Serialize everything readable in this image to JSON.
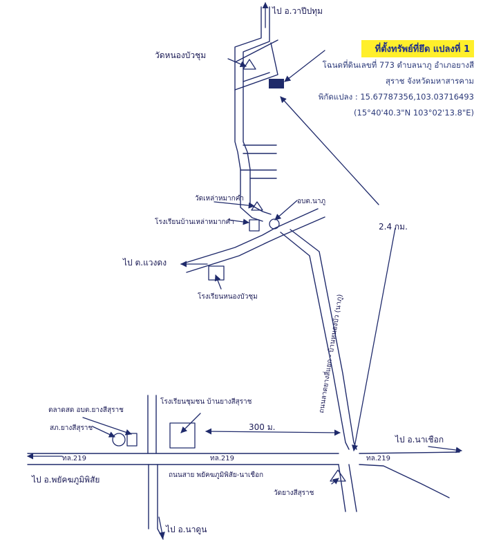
{
  "info": {
    "title": "ที่ตั้งทรัพย์ที่ยึด แปลงที่ 1",
    "deed": "โฉนดที่ดินเลขที่ 773 ตำบลนาภู อำเภอยางสี",
    "province": "สุราช จังหวัดมหาสารคาม",
    "coords": "พิกัดแปลง : 15.67787356,103.03716493",
    "dms": "(15°40'40.3\"N 103°02'13.8\"E)"
  },
  "labels": {
    "north_dest": "ไป อ.วาปีปทุม",
    "temple_north": "วัดหนองบัวชุม",
    "temple_mid": "วัดเหล่าหมากคำ",
    "school_mid": "โรงเรียนบ้านเหล่าหมากคำ",
    "sao": "อบต.นาภู",
    "west_dest": "ไป ต.แวงดง",
    "school_west": "โรงเรียนหนองบัวชุม",
    "distance_long": "2.4 กม.",
    "side_road": "ถนนลาดยางสี่แยก - บ้านหนองบัว (นาภู)",
    "school_south": "โรงเรียนชุมชน บ้านยางสีสุราช",
    "distance_short": "300 ม.",
    "market": "ตลาดสด อบต.ยางสีสุราช",
    "police": "สภ.ยางสีสุราช",
    "east_dest": "ไป อ.นาเชือก",
    "hwy_left": "ทล.219",
    "hwy_mid": "ทล.219",
    "hwy_right": "ทล.219",
    "hwy_name": "ถนนสาย พยัคฆภูมิพิสัย-นาเชือก",
    "west_hwy_dest": "ไป อ.พยัคฆภูมิพิสัย",
    "temple_south": "วัดยางสีสุราช",
    "south_dest": "ไป อ.นาดูน"
  }
}
